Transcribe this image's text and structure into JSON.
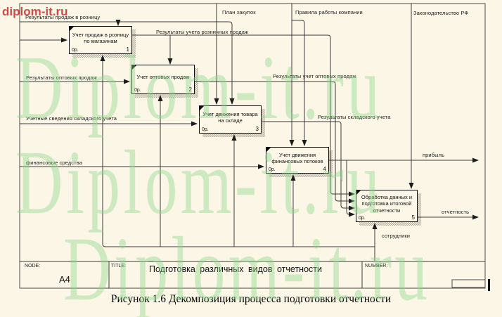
{
  "watermarks": {
    "corner_text": "diplom-it.ru",
    "big_text": "Diplom-it.ru",
    "green_color": "#8cd78c",
    "red_color": "#cc3636"
  },
  "controls": {
    "plan": "План закупок",
    "rules": "Правила работы компании",
    "law": "Законодательство РФ"
  },
  "inputs": {
    "retail": "Результаты продаж в розницу",
    "wholesale": "Результаты оптовых продаж",
    "warehouse": "Учетные сведения складского учета",
    "finance": "финансовые средства"
  },
  "outputs": {
    "profit": "прибыль",
    "reporting": "отчетность"
  },
  "mechanisms": {
    "staff": "сотрудники"
  },
  "flows": {
    "retail_results": "Результаты учета розничных продаж",
    "wholesale_results": "Результаты учет оптовых продаж",
    "warehouse_results": "Результаты складского учета"
  },
  "boxes": [
    {
      "title": "Учет продаж в розницу по магазинам",
      "cost": "0р.",
      "number": "1"
    },
    {
      "title": "Учет оптовых продаж",
      "cost": "0р.",
      "number": "2"
    },
    {
      "title": "Учет движения товара на складе",
      "cost": "0р.",
      "number": "3"
    },
    {
      "title": "Учет движения финансовых потоков",
      "cost": "0р.",
      "number": "4"
    },
    {
      "title": "Обработка данных и подготовка итоговой отчетности",
      "cost": "0р.",
      "number": "5"
    }
  ],
  "title_bar": {
    "node_label": "NODE:",
    "node_value": "A4",
    "title_label": "TITLE:",
    "title_value": "Подготовка различных видов отчетности",
    "number_label": "NUMBER:"
  },
  "caption": "Рисунок 1.6 Декомпозиция процесса подготовки отчетности"
}
